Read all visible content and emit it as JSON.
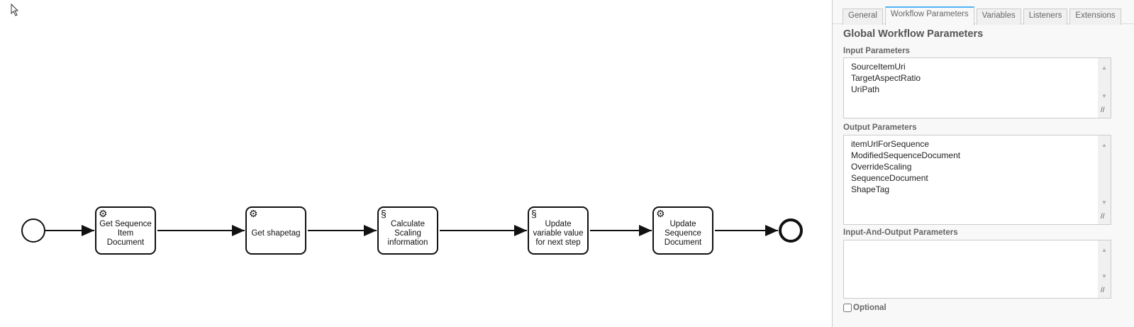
{
  "diagram": {
    "tasks": [
      {
        "label": "Get Sequence Item Document",
        "icon": "gear-icon"
      },
      {
        "label": "Get shapetag",
        "icon": "gear-icon"
      },
      {
        "label": "Calculate Scaling information",
        "icon": "script-icon"
      },
      {
        "label": "Update variable value for next step",
        "icon": "script-icon"
      },
      {
        "label": "Update Sequence Document",
        "icon": "gear-icon"
      }
    ]
  },
  "panel": {
    "tabs": [
      "General",
      "Workflow Parameters",
      "Variables",
      "Listeners",
      "Extensions"
    ],
    "active_tab": "Workflow Parameters",
    "title": "Global Workflow Parameters",
    "input_label": "Input Parameters",
    "input_values": [
      "SourceItemUri",
      "TargetAspectRatio",
      "UriPath"
    ],
    "output_label": "Output Parameters",
    "output_values": [
      "itemUrlForSequence",
      "ModifiedSequenceDocument",
      "OverrideScaling",
      "SequenceDocument",
      "ShapeTag"
    ],
    "inout_label": "Input-And-Output Parameters",
    "optional_label": "Optional",
    "optional_checked": false,
    "accent": "#52b3f6"
  }
}
